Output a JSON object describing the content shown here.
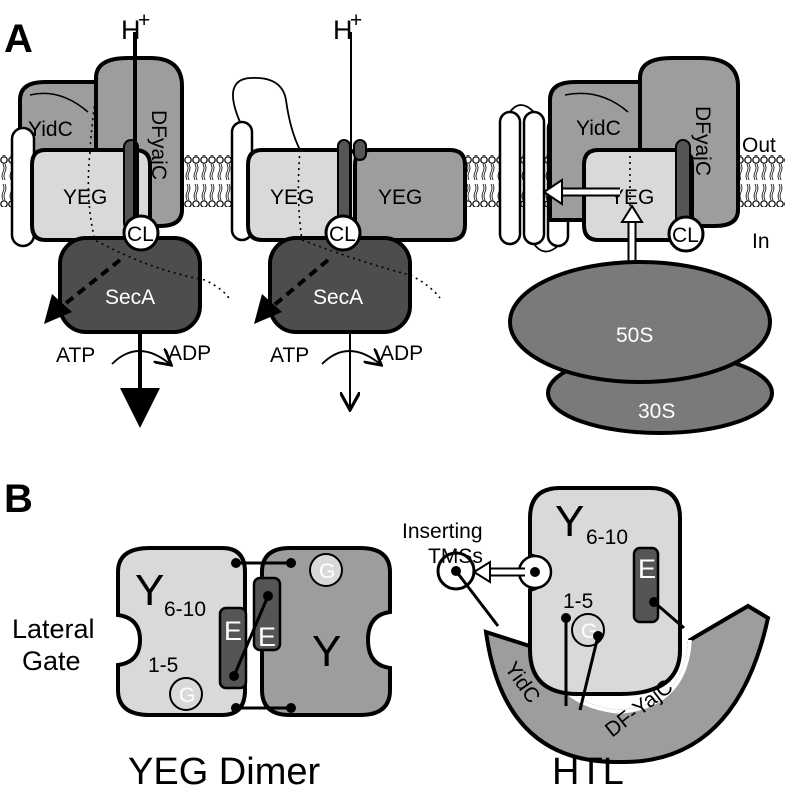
{
  "panel_a": {
    "label": "A",
    "proton": "H",
    "proton_sup": "+",
    "yidc": "YidC",
    "dfyajc": "DFyajC",
    "yeg": "YEG",
    "cl": "CL",
    "seca": "SecA",
    "atp": "ATP",
    "adp": "ADP",
    "out": "Out",
    "in": "In",
    "ribosome_large": "50S",
    "ribosome_small": "30S"
  },
  "panel_b": {
    "label": "B",
    "y": "Y",
    "y_sub": "6-10",
    "tms_range": "1-5",
    "e": "E",
    "g": "G",
    "lateral_gate_1": "Lateral",
    "lateral_gate_2": "Gate",
    "inserting_1": "Inserting",
    "inserting_2": "TMSs",
    "yidc": "YidC",
    "dfyajc": "DF-YajC",
    "caption_dimer": "YEG Dimer",
    "caption_htl": "HTL"
  },
  "colors": {
    "light_grey": "#d9d9d9",
    "mid_grey": "#9d9d9d",
    "dark_grey": "#555555",
    "seca_dark": "#4d4d4d",
    "ribosome": "#7a7a7a",
    "black": "#000000"
  }
}
